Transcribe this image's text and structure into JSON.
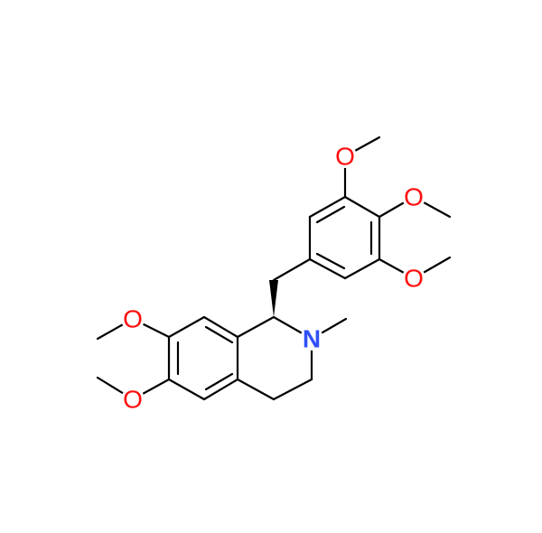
{
  "molecule": {
    "atom_labels": {
      "o7": "O",
      "o6": "O",
      "n2": "N",
      "o3p": "O",
      "o4p": "O",
      "o5p": "O"
    },
    "colors": {
      "oxygen": "#ff0d0d",
      "nitrogen": "#3050f8",
      "bond": "#000000"
    }
  }
}
